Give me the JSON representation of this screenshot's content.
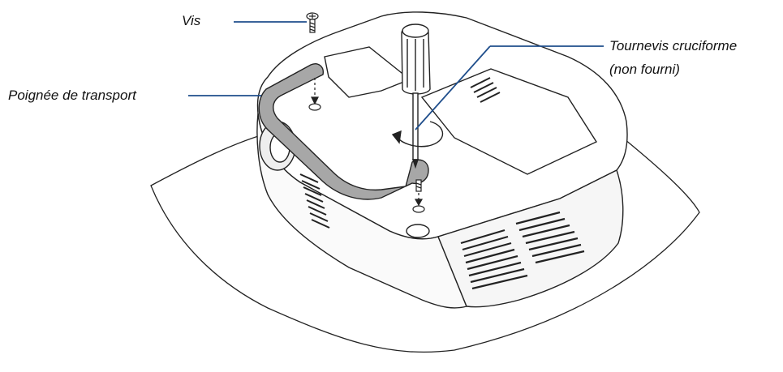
{
  "labels": {
    "screw": "Vis",
    "carrying_handle": "Poignée de transport",
    "screwdriver_line1": "Tournevis cruciforme",
    "screwdriver_line2": "(non fourni)"
  },
  "colors": {
    "leader_line": "#1f4e8c",
    "handle_fill": "#a7a7a7",
    "outline": "#222222",
    "background": "#ffffff"
  },
  "icons": [
    "screw-icon",
    "screwdriver-icon",
    "rotation-arrow-icon",
    "projector-illustration",
    "mat-illustration"
  ]
}
